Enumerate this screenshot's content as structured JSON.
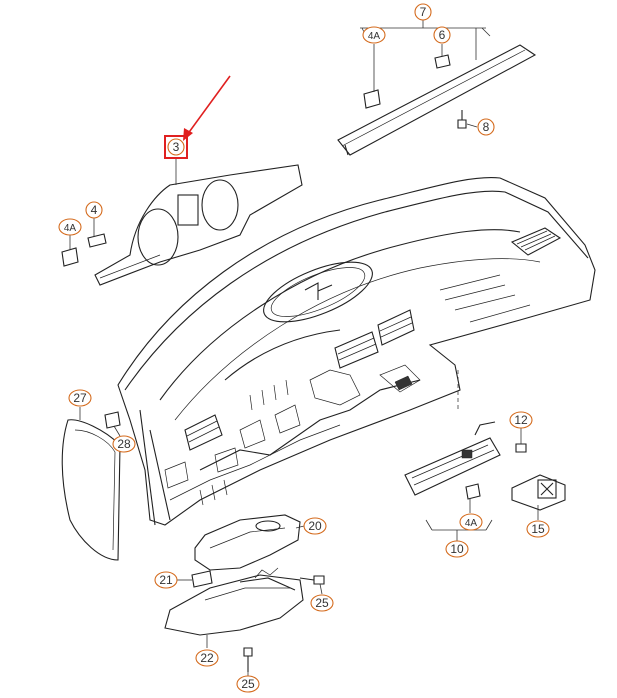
{
  "diagram": {
    "callouts": [
      {
        "id": "c7",
        "text": "7"
      },
      {
        "id": "c4a-top",
        "text": "4A"
      },
      {
        "id": "c6",
        "text": "6"
      },
      {
        "id": "c8",
        "text": "8"
      },
      {
        "id": "c3",
        "text": "3",
        "highlighted": true
      },
      {
        "id": "c4a-left",
        "text": "4A"
      },
      {
        "id": "c4",
        "text": "4"
      },
      {
        "id": "c27",
        "text": "27"
      },
      {
        "id": "c28",
        "text": "28"
      },
      {
        "id": "c12",
        "text": "12"
      },
      {
        "id": "c15",
        "text": "15"
      },
      {
        "id": "c4a-bottom",
        "text": "4A"
      },
      {
        "id": "c10",
        "text": "10"
      },
      {
        "id": "c20",
        "text": "20"
      },
      {
        "id": "c21",
        "text": "21"
      },
      {
        "id": "c25-right",
        "text": "25"
      },
      {
        "id": "c22",
        "text": "22"
      },
      {
        "id": "c25-bottom",
        "text": "25"
      }
    ],
    "colors": {
      "callout_border": "#d46a1c",
      "highlight_box": "#e02020",
      "arrow": "#e02020",
      "line": "#222222"
    }
  }
}
